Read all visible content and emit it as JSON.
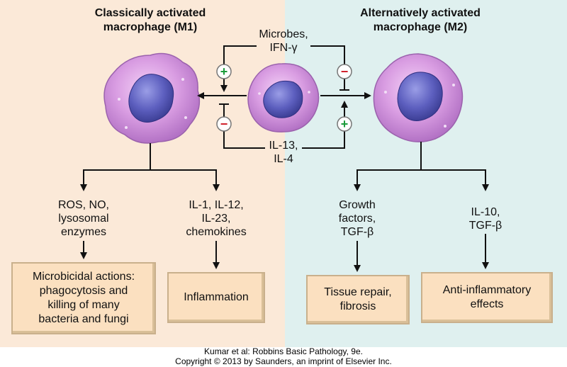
{
  "titles": {
    "m1": "Classically activated\nmacrophage (M1)",
    "m2": "Alternatively activated\nmacrophage (M2)"
  },
  "stimuli": {
    "top": "Microbes,\nIFN-γ",
    "bottom": "IL-13,\nIL-4"
  },
  "signs": {
    "plus": "+",
    "minus": "−"
  },
  "mediators": {
    "m1_left": "ROS, NO,\nlysosomal\nenzymes",
    "m1_right": "IL-1, IL-12,\nIL-23,\nchemokines",
    "m2_left": "Growth\nfactors,\nTGF-β",
    "m2_right": "IL-10,\nTGF-β"
  },
  "effects": {
    "microbicidal": "Microbicidal actions:\nphagocytosis and\nkilling of many\nbacteria and fungi",
    "inflammation": "Inflammation",
    "tissue_repair": "Tissue repair,\nfibrosis",
    "anti_inflammatory": "Anti-inflammatory\neffects"
  },
  "footer": {
    "line1": "Kumar et al: Robbins Basic Pathology, 9e.",
    "line2": "Copyright © 2013  by Saunders, an imprint of Elsevier Inc."
  },
  "colors": {
    "m1_panel": "#fbe9d8",
    "m2_panel": "#dff0ef",
    "cell_body": "#c98ad6",
    "nucleus": "#5d5fbf",
    "plus_sign": "#1a9b3a",
    "minus_sign": "#d0202a",
    "effect_box": "#fbe0c0"
  }
}
